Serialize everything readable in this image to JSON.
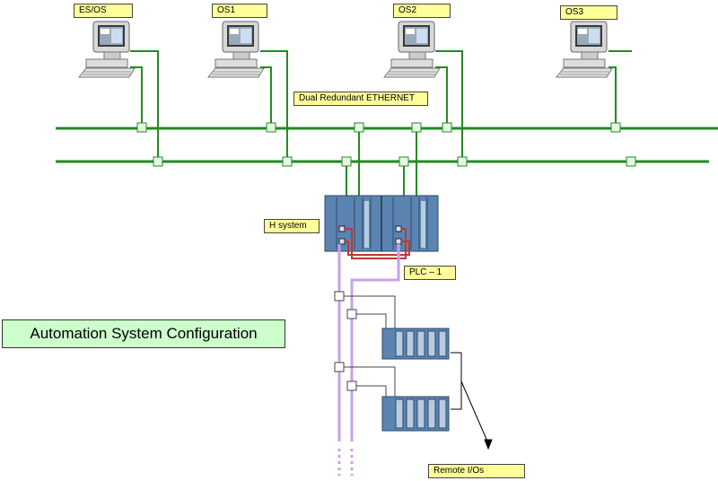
{
  "diagram": {
    "stations": [
      {
        "id": "es-os",
        "label": "ES/OS"
      },
      {
        "id": "os1",
        "label": "OS1"
      },
      {
        "id": "os2",
        "label": "OS2"
      },
      {
        "id": "os3",
        "label": "OS3"
      }
    ],
    "network_label": "Dual Redundant ETHERNET",
    "h_system_label": "H system",
    "plc_label": "PLC – 1",
    "remote_io_label": "Remote I/Os",
    "title": "Automation System Configuration"
  },
  "colors": {
    "ethernet": "#228B22",
    "rack_blue": "#5b84b0",
    "profibus": "#c9a0e6",
    "sync_red": "#c0392b",
    "label_fill": "#ffff99",
    "title_fill": "#ccffcc"
  }
}
